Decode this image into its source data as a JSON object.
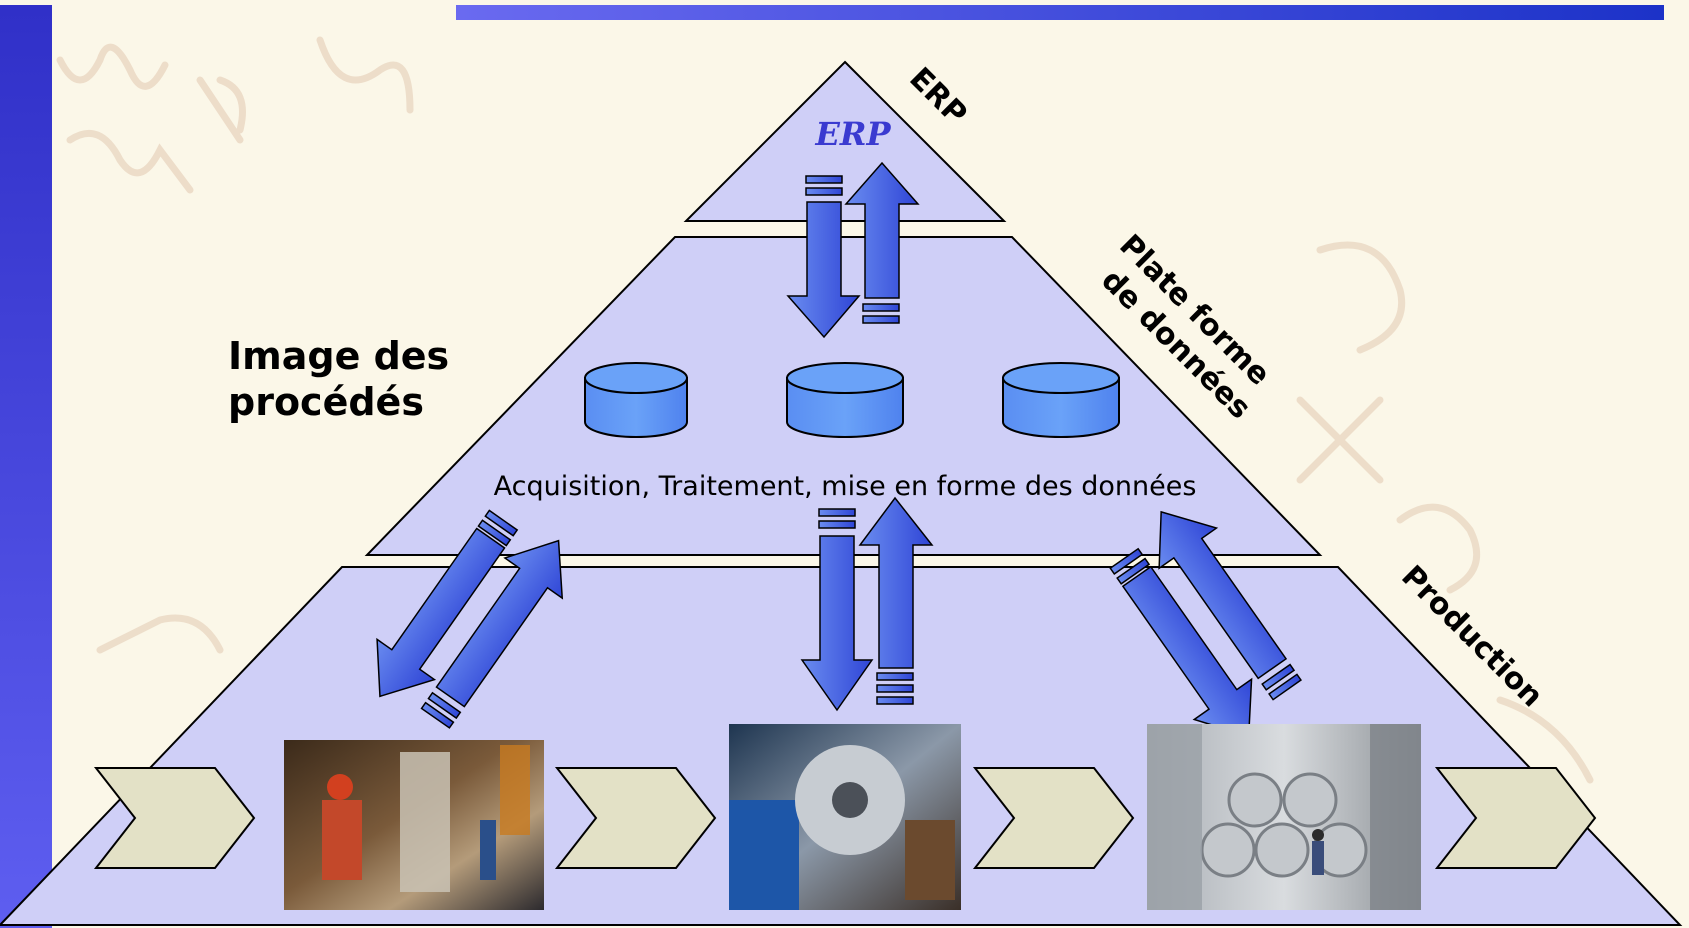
{
  "slide": {
    "colors": {
      "background": "#fbf7e8",
      "pyramid_fill": "#cfcff7",
      "arrow_blue": "#4a6ae6",
      "cylinder_fill": "#5f96f5",
      "chevron_fill": "#e3e1c6",
      "accent_bar": "#3438dc",
      "title_blue": "#3a3ad0"
    },
    "heading_line1": "Image des",
    "heading_line2": "procédés",
    "layers": {
      "top": {
        "inner_label": "ERP",
        "side_label": "ERP"
      },
      "middle": {
        "side_label_line1": "Plate forme",
        "side_label_line2": "de données",
        "caption": "Acquisition, Traitement, mise en forme des données"
      },
      "bottom": {
        "side_label": "Production"
      }
    },
    "photos": [
      {
        "name": "photo-steel-worker",
        "description_icon": "factory-worker-image"
      },
      {
        "name": "photo-rolling-mill",
        "description_icon": "rolling-mill-image"
      },
      {
        "name": "photo-steel-coils",
        "description_icon": "steel-coils-image"
      }
    ]
  }
}
